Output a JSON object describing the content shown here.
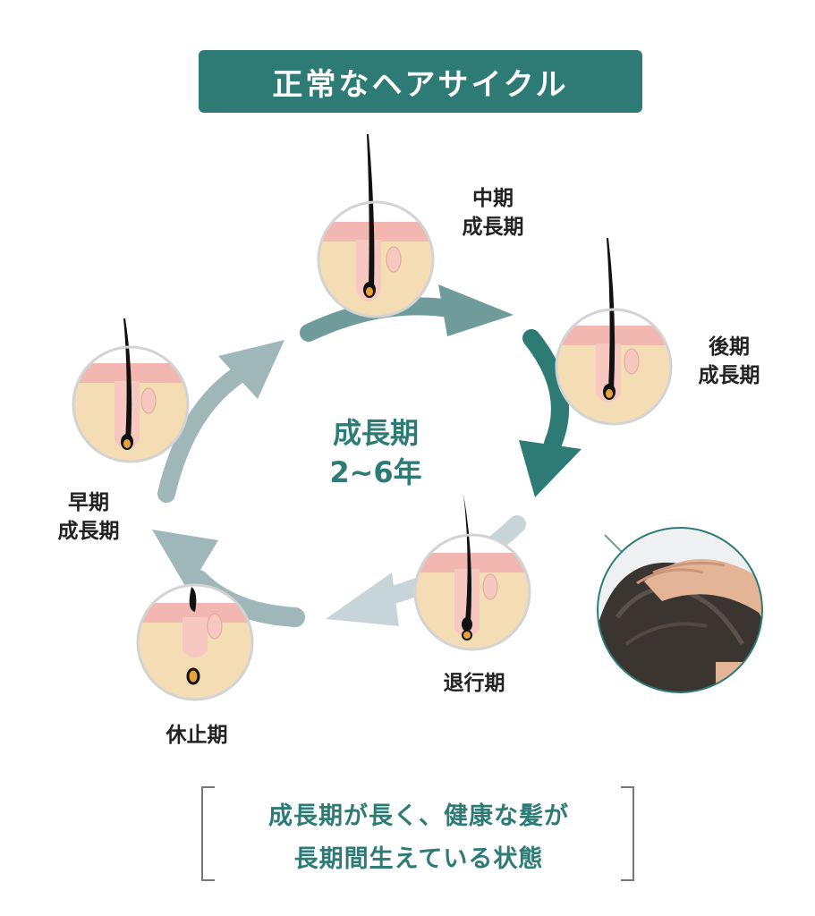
{
  "title": "正常なヘアサイクル",
  "center": {
    "line1": "成長期",
    "line2": "2~6年"
  },
  "stages": [
    {
      "id": "early",
      "line1": "早期",
      "line2": "成長期"
    },
    {
      "id": "mid",
      "line1": "中期",
      "line2": "成長期"
    },
    {
      "id": "late",
      "line1": "後期",
      "line2": "成長期"
    },
    {
      "id": "regression",
      "line1": "退行期",
      "line2": ""
    },
    {
      "id": "rest",
      "line1": "休止期",
      "line2": ""
    }
  ],
  "caption": {
    "line1": "成長期が長く、健康な髪が",
    "line2": "長期間生えている状態"
  },
  "colors": {
    "accent": "#2e7b76",
    "arrow_dark": "#2e7b76",
    "arrow_mid": "#6f9c9a",
    "arrow_light": "#9fb7b9",
    "arrow_pale": "#c8d5d8",
    "skin": "#f4dcb5",
    "scalp": "#f1b7b0",
    "bulb": "#e7a23a"
  }
}
